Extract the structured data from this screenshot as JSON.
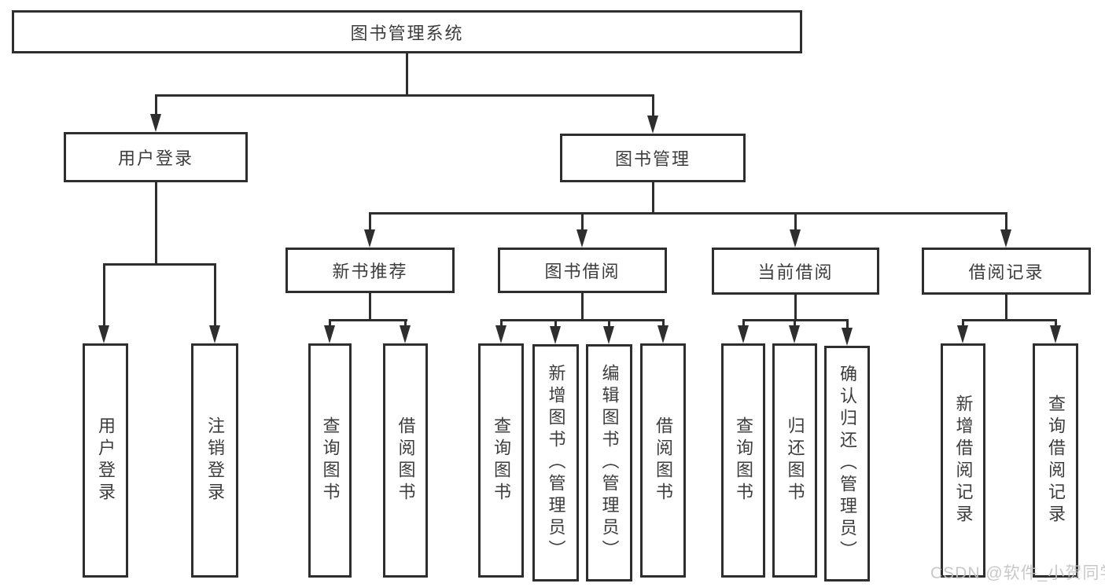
{
  "diagram": {
    "type": "hierarchy-tree",
    "watermark": "CSDN @软件_小贺同学",
    "colors": {
      "line": "#2e2e2e",
      "text": "#3d3d3d",
      "background": "#ffffff",
      "watermark": "#c3c3c3"
    },
    "nodes": {
      "root": {
        "label": "图书管理系统"
      },
      "user_login": {
        "label": "用户登录"
      },
      "book_mgmt": {
        "label": "图书管理"
      },
      "new_book_rec": {
        "label": "新书推荐"
      },
      "book_borrow": {
        "label": "图书借阅"
      },
      "current_borrow": {
        "label": "当前借阅"
      },
      "borrow_record": {
        "label": "借阅记录"
      },
      "leaf_user_login": {
        "label": "用户登录"
      },
      "leaf_logout": {
        "label": "注销登录"
      },
      "leaf_nbr_query": {
        "label": "查询图书"
      },
      "leaf_nbr_borrow": {
        "label": "借阅图书"
      },
      "leaf_bb_query": {
        "label": "查询图书"
      },
      "leaf_bb_add": {
        "label": "新增图书（管理员）"
      },
      "leaf_bb_edit": {
        "label": "编辑图书（管理员）"
      },
      "leaf_bb_borrow": {
        "label": "借阅图书"
      },
      "leaf_cb_query": {
        "label": "查询图书"
      },
      "leaf_cb_return": {
        "label": "归还图书"
      },
      "leaf_cb_confirm": {
        "label": "确认归还（管理员）"
      },
      "leaf_br_add": {
        "label": "新增借阅记录"
      },
      "leaf_br_query": {
        "label": "查询借阅记录"
      }
    },
    "edges": [
      [
        "root",
        "user_login"
      ],
      [
        "root",
        "book_mgmt"
      ],
      [
        "user_login",
        "leaf_user_login"
      ],
      [
        "user_login",
        "leaf_logout"
      ],
      [
        "book_mgmt",
        "new_book_rec"
      ],
      [
        "book_mgmt",
        "book_borrow"
      ],
      [
        "book_mgmt",
        "current_borrow"
      ],
      [
        "book_mgmt",
        "borrow_record"
      ],
      [
        "new_book_rec",
        "leaf_nbr_query"
      ],
      [
        "new_book_rec",
        "leaf_nbr_borrow"
      ],
      [
        "book_borrow",
        "leaf_bb_query"
      ],
      [
        "book_borrow",
        "leaf_bb_add"
      ],
      [
        "book_borrow",
        "leaf_bb_edit"
      ],
      [
        "book_borrow",
        "leaf_bb_borrow"
      ],
      [
        "current_borrow",
        "leaf_cb_query"
      ],
      [
        "current_borrow",
        "leaf_cb_return"
      ],
      [
        "current_borrow",
        "leaf_cb_confirm"
      ],
      [
        "borrow_record",
        "leaf_br_add"
      ],
      [
        "borrow_record",
        "leaf_br_query"
      ]
    ]
  }
}
